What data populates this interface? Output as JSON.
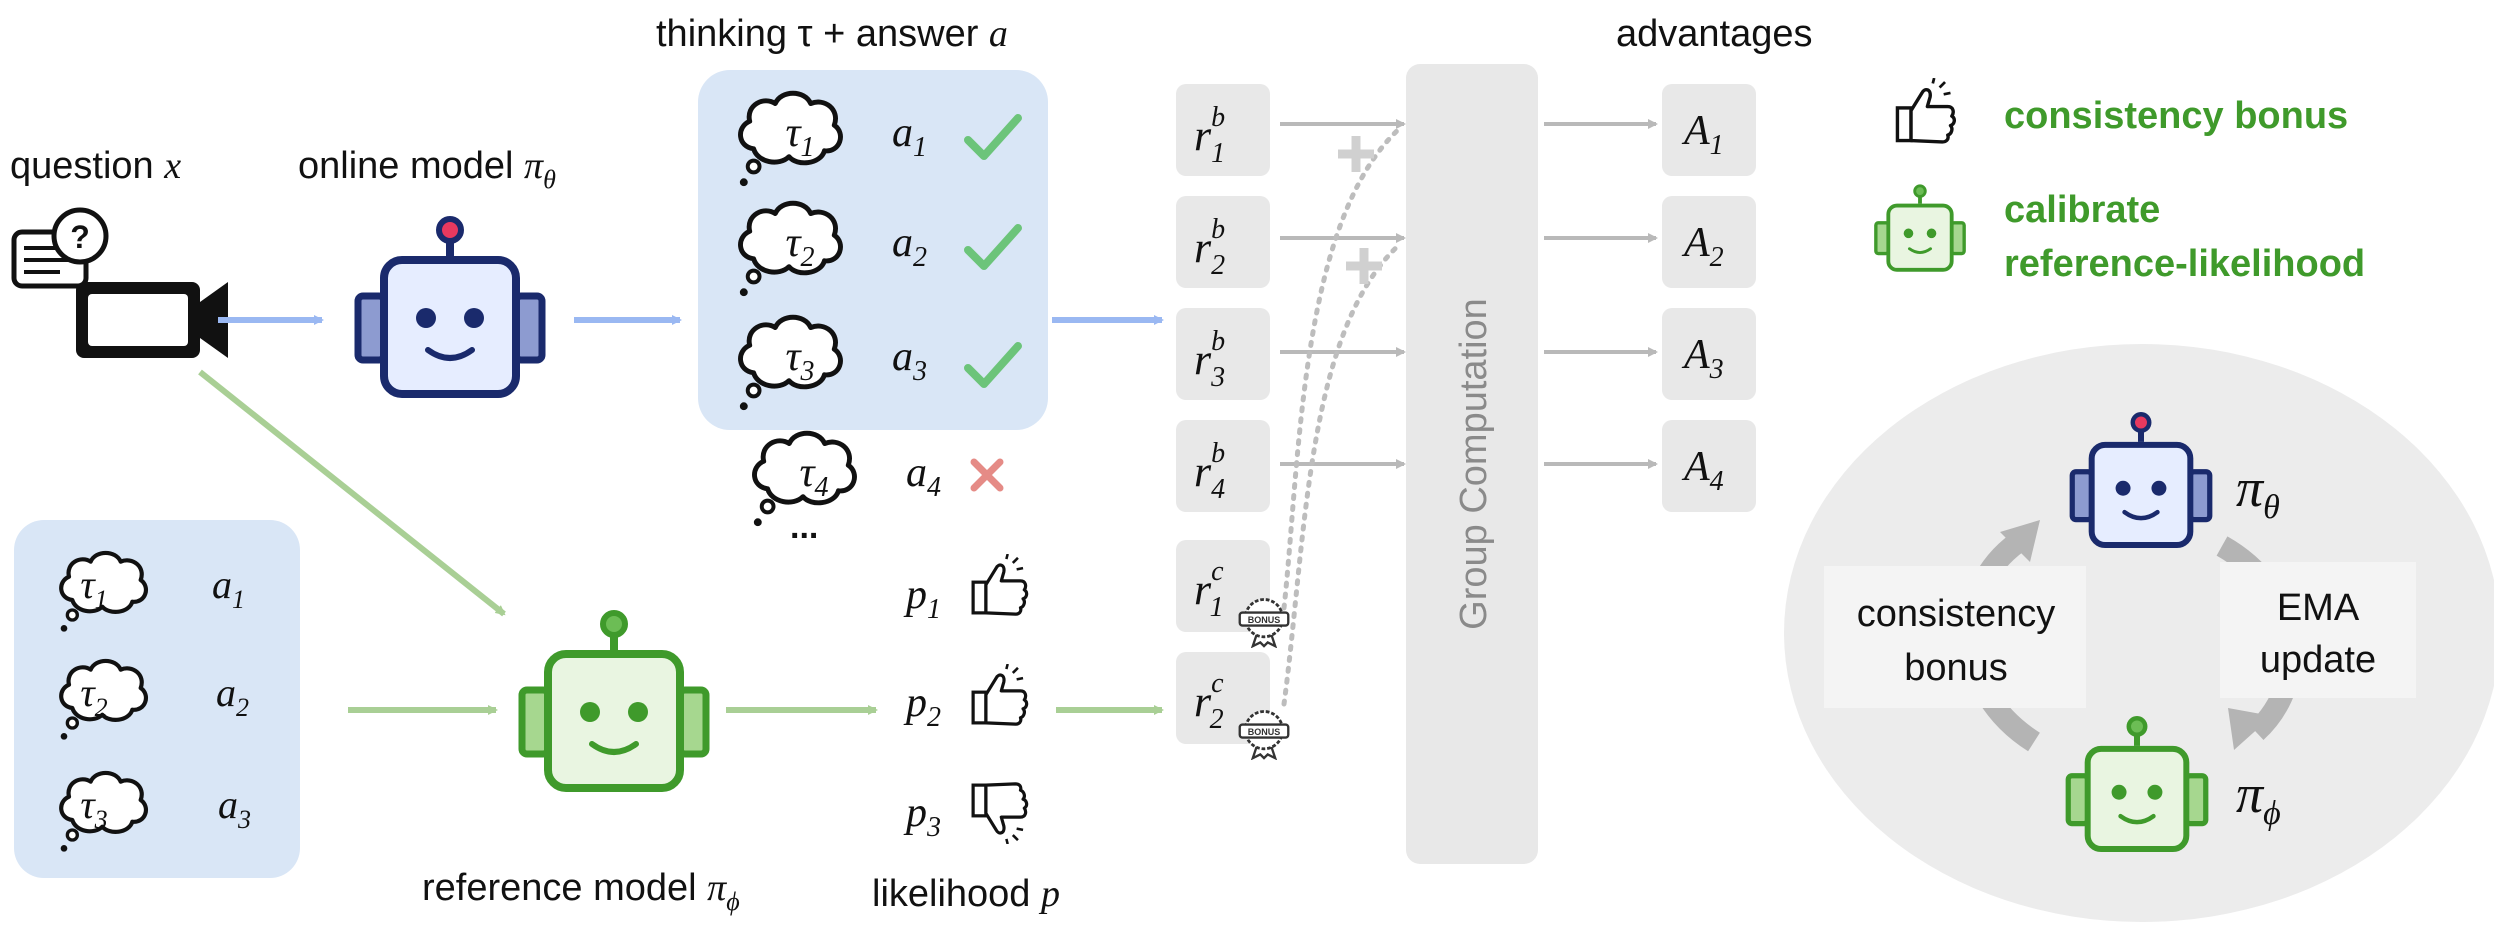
{
  "labels": {
    "question": "question ",
    "question_var": "x",
    "online_model": "online model ",
    "reference_model": "reference model ",
    "thinking_answer": "thinking τ + answer ",
    "thinking_answer_var": "a",
    "likelihood": "likelihood ",
    "likelihood_var": "p",
    "advantages": "advantages",
    "group_computation": "Group Computation",
    "bonus_stamp": "BONUS",
    "consistency_bonus_cycle_1": "consistency",
    "consistency_bonus_cycle_2": "bonus",
    "ema_update_1": "EMA",
    "ema_update_2": "update"
  },
  "math": {
    "pi": "π",
    "theta": "θ",
    "phi": "ϕ",
    "tau": "τ",
    "a": "a",
    "p": "p",
    "r": "r",
    "A": "A",
    "b": "b",
    "c": "c",
    "sub1": "1",
    "sub2": "2",
    "sub3": "3",
    "sub4": "4",
    "ellipsis": "..."
  },
  "legend": {
    "consistency_bonus": "consistency bonus",
    "calibrate_1": "calibrate",
    "calibrate_2": "reference-likelihood"
  },
  "marks": {
    "check": "✓",
    "cross": "✕"
  },
  "colors": {
    "blue_arrow": "#9ab8f2",
    "green_arrow": "#a9cf95",
    "blue_panel": "#d9e6f6",
    "gray_box": "#e8e8e8",
    "green_text": "#3f9a2b",
    "navy": "#1a2a6c",
    "robot_blue_face": "#e6edff",
    "robot_green_face": "#e9f5e1",
    "robot_green": "#3f9a2b",
    "check_green": "#6cc47a",
    "cross_red": "#e58b86"
  }
}
